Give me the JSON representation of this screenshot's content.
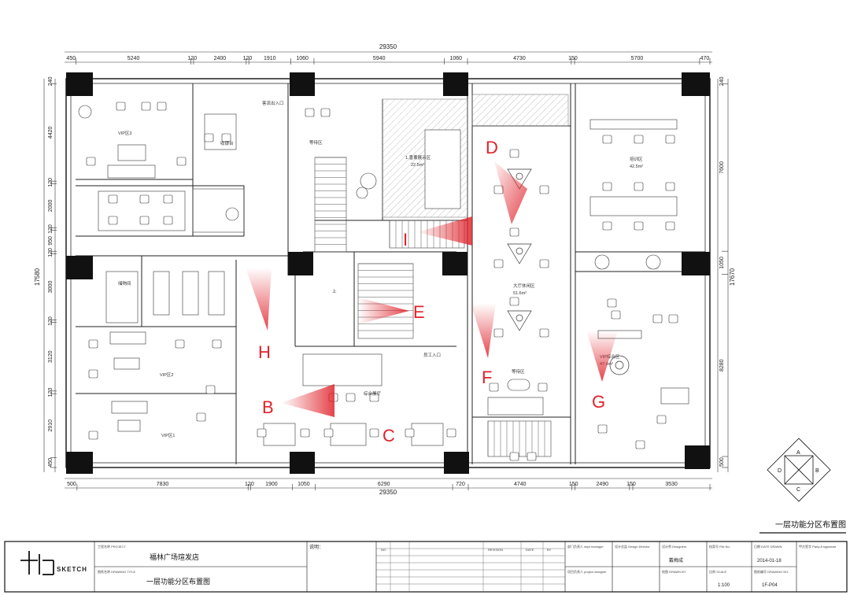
{
  "drawing": {
    "caption": "一层功能分区布置图"
  },
  "dimensions": {
    "top_total": "29350",
    "top_segments": [
      "450",
      "5240",
      "120",
      "2400",
      "120",
      "1910",
      "1060",
      "5940",
      "1060",
      "4730",
      "150",
      "5700",
      "470"
    ],
    "bottom_total": "29350",
    "bottom_segments": [
      "500",
      "7830",
      "120",
      "1900",
      "1050",
      "6290",
      "720",
      "4740",
      "150",
      "2490",
      "150",
      "3530"
    ],
    "left_total": "17580",
    "left_segments": [
      "240",
      "4420",
      "120",
      "2000",
      "120",
      "950",
      "120",
      "3000",
      "120",
      "3120",
      "120",
      "2910",
      "450"
    ],
    "right_total": "17670",
    "right_segments": [
      "240",
      "7600",
      "1050",
      "8280",
      "500"
    ]
  },
  "rooms": [
    {
      "id": "vip3",
      "label": "VIP区3"
    },
    {
      "id": "cashier",
      "label": "收银台"
    },
    {
      "id": "guest_entry",
      "label": "客流出入口"
    },
    {
      "id": "wait_top",
      "label": "等待区"
    },
    {
      "id": "fragrance",
      "label": "1.香薰展示区"
    },
    {
      "id": "fragrance_area",
      "label": "22.5m²"
    },
    {
      "id": "study",
      "label": "培训区"
    },
    {
      "id": "study_area",
      "label": "42.5m²"
    },
    {
      "id": "hall",
      "label": "大厅休闲区"
    },
    {
      "id": "hall_area",
      "label": "51.6m²"
    },
    {
      "id": "vip2",
      "label": "VIP区2"
    },
    {
      "id": "vip1",
      "label": "VIP区1"
    },
    {
      "id": "storage",
      "label": "储物间"
    },
    {
      "id": "reception",
      "label": "综合展厅"
    },
    {
      "id": "wait_mid",
      "label": "等待区"
    },
    {
      "id": "staff_entry",
      "label": "员工入口"
    },
    {
      "id": "vip_multi",
      "label": "VIP综合区"
    },
    {
      "id": "vip_multi_area",
      "label": "47.4m²"
    },
    {
      "id": "stair_up",
      "label": "上"
    }
  ],
  "zones": [
    {
      "letter": "D",
      "color": "#e0222a"
    },
    {
      "letter": "I",
      "color": "#e0222a"
    },
    {
      "letter": "E",
      "color": "#e0222a"
    },
    {
      "letter": "H",
      "color": "#e0222a"
    },
    {
      "letter": "F",
      "color": "#e0222a"
    },
    {
      "letter": "G",
      "color": "#e0222a"
    },
    {
      "letter": "B",
      "color": "#e0222a"
    },
    {
      "letter": "C",
      "color": "#e0222a"
    }
  ],
  "compass": {
    "a": "A",
    "b": "B",
    "c": "C",
    "d": "D"
  },
  "title_block": {
    "logo_text": "SKETCH",
    "project_label": "工程名称 PROJECT",
    "project_name": "福林广场瑄发店",
    "drawing_title_label": "图纸名称 DRAWING TITLE",
    "drawing_title": "一层功能分区布置图",
    "notes_label": "说明：",
    "rev_no": "NO.",
    "rev_revision": "REVISION",
    "rev_date": "DATE",
    "rev_by": "BY",
    "dept_manager": "部门负责人 dept manager",
    "design_director": "设计总监 Design Director",
    "designers": "设计师 Designers",
    "designer_name": "戴梅成",
    "project_designer": "项目负责人 project designer",
    "drawn_by": "绘图 DRAWN BY",
    "file_no": "档案号 File No.",
    "date_label": "日期 DATE DRAWN",
    "date_value": "2014-01-18",
    "scale_label": "比例 SCALE",
    "scale_value": "1:100",
    "drawing_no_label": "图纸编号 DRAWING NO.",
    "drawing_no": "1F-P04",
    "signature_label": "甲方签字 Party A signature"
  }
}
